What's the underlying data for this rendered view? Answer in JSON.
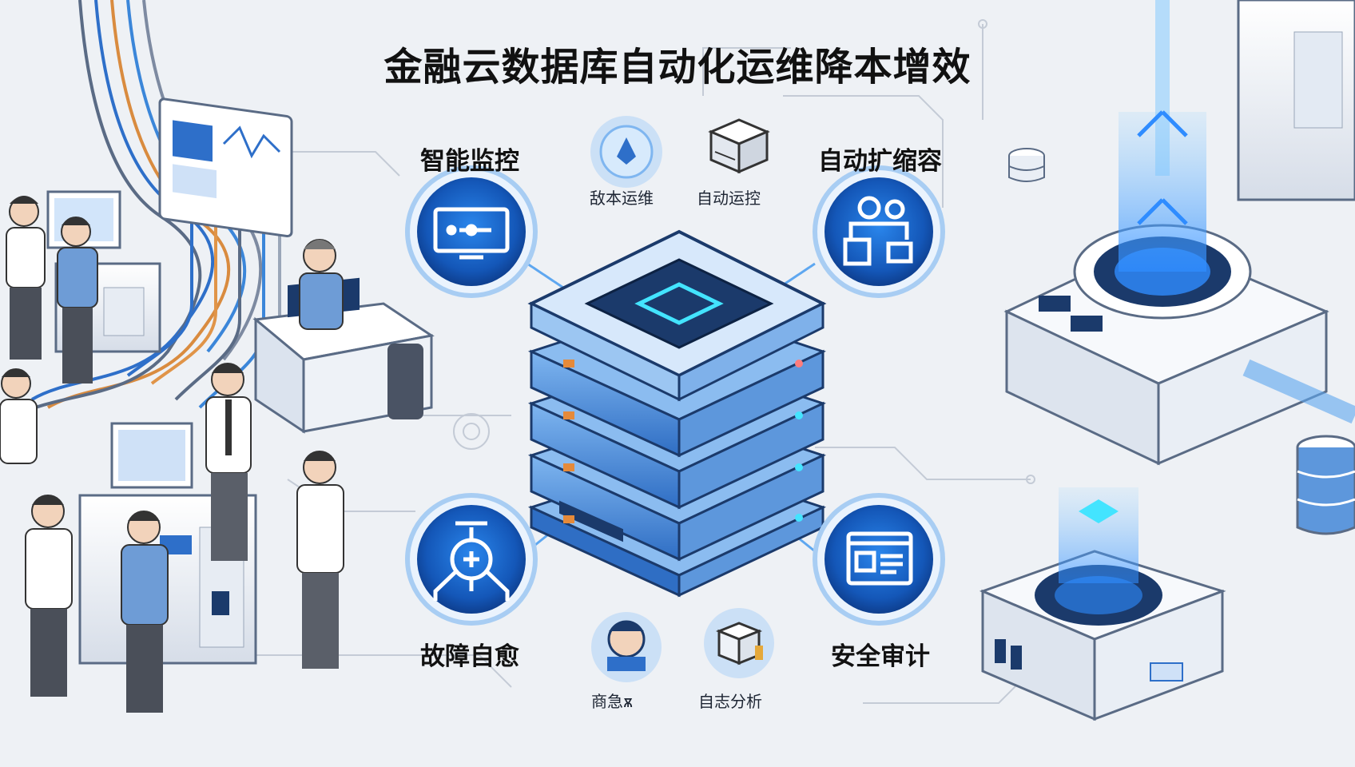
{
  "title": "金融云数据库自动化运维降本增效",
  "features": {
    "monitoring": "智能监控",
    "autoscale": "自动扩缩容",
    "selfheal": "故障自愈",
    "audit": "安全审计"
  },
  "mini": {
    "ops": "敌本运维",
    "autoops": "自动运控",
    "emergency": "商急ѫ",
    "log_analysis": "自志分析"
  },
  "colors": {
    "accent_blue": "#1e6fd9",
    "dark_navy": "#1b3a6b",
    "cyan_glow": "#43e4ff",
    "background": "#eef1f5"
  }
}
